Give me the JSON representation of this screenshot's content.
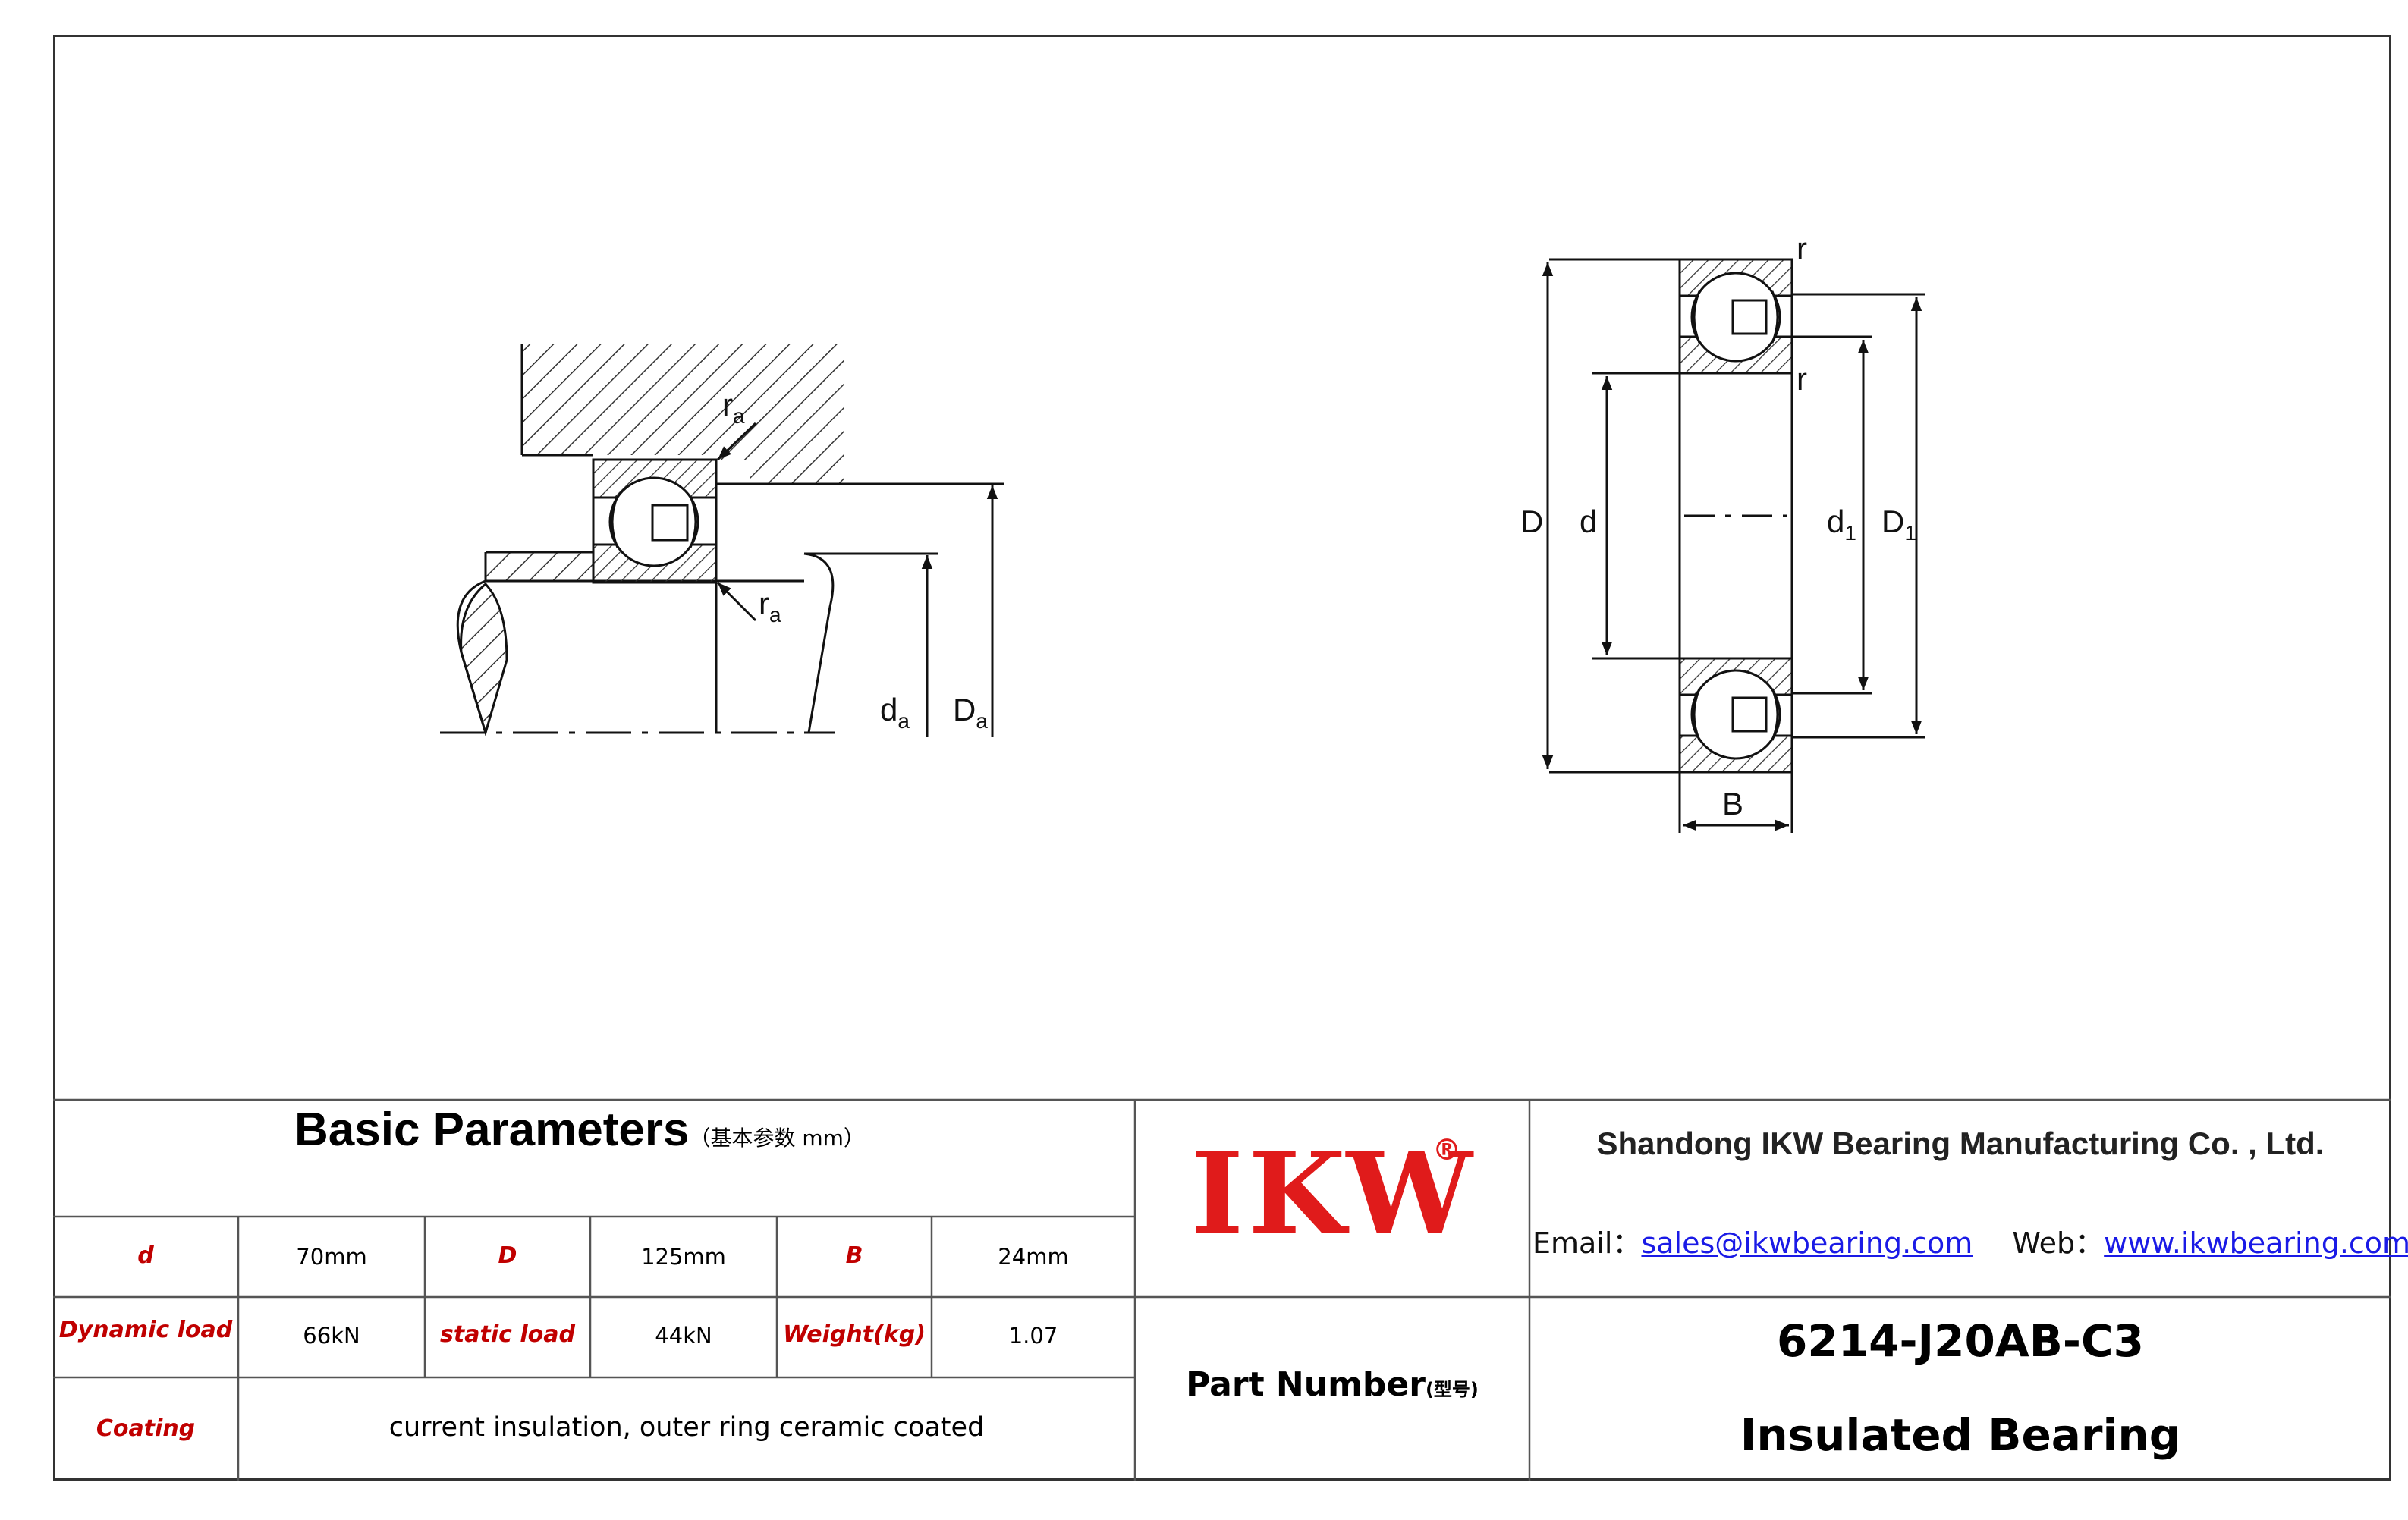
{
  "params": {
    "title": "Basic Parameters",
    "subtitle": "（基本参数 mm）",
    "row1": [
      {
        "label": "d",
        "value": "70mm"
      },
      {
        "label": "D",
        "value": "125mm"
      },
      {
        "label": "B",
        "value": "24mm"
      }
    ],
    "row2": [
      {
        "label": "Dynamic load",
        "value": "66kN"
      },
      {
        "label": "static load",
        "value": "44kN"
      },
      {
        "label": "Weight(kg)",
        "value": "1.07"
      }
    ],
    "coating": {
      "label": "Coating",
      "value": "current insulation, outer ring ceramic coated"
    }
  },
  "logo": {
    "text": "IKW",
    "mark": "®",
    "color": "#e01b1b"
  },
  "company": {
    "name": "Shandong IKW Bearing Manufacturing Co. , Ltd.",
    "email_label": "Email：",
    "email": "sales@ikwbearing.com",
    "web_label": "Web：",
    "web": "www.ikwbearing.com"
  },
  "part": {
    "label": "Part Number",
    "label_sub": "(型号)",
    "number": "6214-J20AB-C3",
    "type": "Insulated Bearing"
  },
  "drawing_labels": {
    "ra": "r",
    "ra_sub": "a",
    "da": "d",
    "da_sub": "a",
    "Da": "D",
    "Da_sub": "a",
    "r": "r",
    "D": "D",
    "d": "d",
    "d1": "d",
    "d1_sub": "1",
    "D1": "D",
    "D1_sub": "1",
    "B": "B"
  }
}
